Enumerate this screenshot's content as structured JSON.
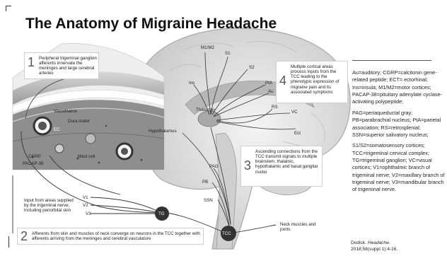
{
  "title": "The Anatomy of Migraine Headache",
  "boxes": {
    "b1": {
      "num": "1",
      "text": "Peripheral trigeminal ganglion afferents innervate the meninges and large cerebral arteries"
    },
    "b2": {
      "num": "2",
      "text": "Afferents from skin and muscles of neck converge on neurons in the TCC together with afferents arriving from the meninges and cerebral vasculature"
    },
    "b3": {
      "num": "3",
      "text": "Ascending connections from the TCC transmit signals to multiple brainstem, thalamic, hypothalamic and basal gangliar nuclei"
    },
    "b4": {
      "num": "4",
      "text": "Multiple cortical areas process inputs from the TCC leading to the phenotypic expression of migraine pain and its associated symptoms"
    }
  },
  "labels": {
    "m1m2": "M1/M2",
    "s1": "S1",
    "s2": "S2",
    "pta": "PtA",
    "au": "Au",
    "ins": "Ins",
    "rs": "RS",
    "vc": "VC",
    "ect": "Ect",
    "thalamus": "Thalamus",
    "hypothalamus": "Hypothalamus",
    "pag": "PAG",
    "pb": "PB",
    "ssn": "SSN",
    "tg": "TG",
    "tcc": "TCC",
    "v1": "V1",
    "v2": "V2",
    "v3": "V3",
    "vasodilation": "Vasodilation",
    "dura": "Dura mater",
    "ec": "EC",
    "cgrp": "CGRP",
    "pacap": "PACAP-38",
    "mast": "Mast cell",
    "input": "Input from areas supplied by the trigeminal nerve, including periorbital skin",
    "neck": "Neck muscles and joints"
  },
  "legend": [
    "Au=auditory; CGRP=calcitonin gene-related peptide; ECT= ectorhinal; Ins=insula; M1/M2=motor cortices; PACAP-38=pituitary adenylate cyclase-activating polypeptide;",
    "PAG=periaqueductal gray; PB=parabrachial nucleus; PtA=parietal association; RS=retrosplenial; SSN=superior salivatory nucleus;",
    "S1/S2=somatosensory cortices; TCC=trigeminal cervical complex; TG=trigeminal ganglion; VC=visual cortices; V1=ophthalmic branch of trigeminal nerve; V2=maxillary branch of trigeminal nerve; V3=mandibular branch of trigeminal nerve."
  ],
  "citation": {
    "author": "Dodick.",
    "journal": "Headache.",
    "ref": "2018;58(suppl 1):4-16."
  }
}
